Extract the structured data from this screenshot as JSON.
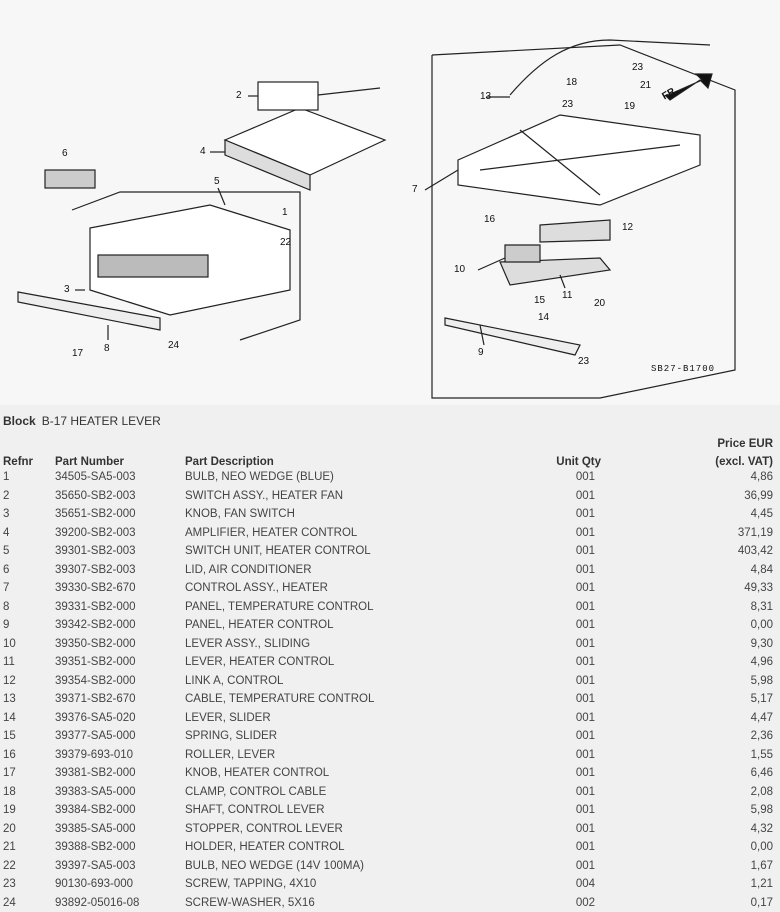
{
  "diagram": {
    "code": "SB27-B1700",
    "direction_label": "FR.",
    "callouts": [
      "1",
      "2",
      "3",
      "4",
      "5",
      "6",
      "7",
      "8",
      "9",
      "10",
      "11",
      "12",
      "13",
      "14",
      "15",
      "16",
      "17",
      "18",
      "19",
      "20",
      "21",
      "22",
      "23",
      "23",
      "23",
      "24"
    ]
  },
  "block": {
    "label": "Block",
    "name": "B-17 HEATER LEVER"
  },
  "table": {
    "headers": {
      "refnr": "Refnr",
      "part_number": "Part Number",
      "description": "Part Description",
      "qty": "Unit Qty",
      "price_line1": "Price EUR",
      "price_line2": "(excl. VAT)"
    },
    "rows": [
      {
        "ref": "1",
        "pn": "34505-SA5-003",
        "desc": "BULB, NEO WEDGE (BLUE)",
        "qty": "001",
        "price": "4,86"
      },
      {
        "ref": "2",
        "pn": "35650-SB2-003",
        "desc": "SWITCH ASSY., HEATER FAN",
        "qty": "001",
        "price": "36,99"
      },
      {
        "ref": "3",
        "pn": "35651-SB2-000",
        "desc": "KNOB, FAN SWITCH",
        "qty": "001",
        "price": "4,45"
      },
      {
        "ref": "4",
        "pn": "39200-SB2-003",
        "desc": "AMPLIFIER, HEATER CONTROL",
        "qty": "001",
        "price": "371,19"
      },
      {
        "ref": "5",
        "pn": "39301-SB2-003",
        "desc": "SWITCH UNIT, HEATER CONTROL",
        "qty": "001",
        "price": "403,42"
      },
      {
        "ref": "6",
        "pn": "39307-SB2-003",
        "desc": "LID, AIR CONDITIONER",
        "qty": "001",
        "price": "4,84"
      },
      {
        "ref": "7",
        "pn": "39330-SB2-670",
        "desc": "CONTROL ASSY., HEATER",
        "qty": "001",
        "price": "49,33"
      },
      {
        "ref": "8",
        "pn": "39331-SB2-000",
        "desc": "PANEL, TEMPERATURE CONTROL",
        "qty": "001",
        "price": "8,31"
      },
      {
        "ref": "9",
        "pn": "39342-SB2-000",
        "desc": "PANEL, HEATER CONTROL",
        "qty": "001",
        "price": "0,00"
      },
      {
        "ref": "10",
        "pn": "39350-SB2-000",
        "desc": "LEVER ASSY., SLIDING",
        "qty": "001",
        "price": "9,30"
      },
      {
        "ref": "11",
        "pn": "39351-SB2-000",
        "desc": "LEVER, HEATER CONTROL",
        "qty": "001",
        "price": "4,96"
      },
      {
        "ref": "12",
        "pn": "39354-SB2-000",
        "desc": "LINK A, CONTROL",
        "qty": "001",
        "price": "5,98"
      },
      {
        "ref": "13",
        "pn": "39371-SB2-670",
        "desc": "CABLE, TEMPERATURE CONTROL",
        "qty": "001",
        "price": "5,17"
      },
      {
        "ref": "14",
        "pn": "39376-SA5-020",
        "desc": "LEVER, SLIDER",
        "qty": "001",
        "price": "4,47"
      },
      {
        "ref": "15",
        "pn": "39377-SA5-000",
        "desc": "SPRING, SLIDER",
        "qty": "001",
        "price": "2,36"
      },
      {
        "ref": "16",
        "pn": "39379-693-010",
        "desc": "ROLLER, LEVER",
        "qty": "001",
        "price": "1,55"
      },
      {
        "ref": "17",
        "pn": "39381-SB2-000",
        "desc": "KNOB, HEATER CONTROL",
        "qty": "001",
        "price": "6,46"
      },
      {
        "ref": "18",
        "pn": "39383-SA5-000",
        "desc": "CLAMP, CONTROL CABLE",
        "qty": "001",
        "price": "2,08"
      },
      {
        "ref": "19",
        "pn": "39384-SB2-000",
        "desc": "SHAFT, CONTROL LEVER",
        "qty": "001",
        "price": "5,98"
      },
      {
        "ref": "20",
        "pn": "39385-SA5-000",
        "desc": "STOPPER, CONTROL LEVER",
        "qty": "001",
        "price": "4,32"
      },
      {
        "ref": "21",
        "pn": "39388-SB2-000",
        "desc": "HOLDER, HEATER CONTROL",
        "qty": "001",
        "price": "0,00"
      },
      {
        "ref": "22",
        "pn": "39397-SA5-003",
        "desc": "BULB, NEO WEDGE (14V 100MA)",
        "qty": "001",
        "price": "1,67"
      },
      {
        "ref": "23",
        "pn": "90130-693-000",
        "desc": "SCREW, TAPPING, 4X10",
        "qty": "004",
        "price": "1,21"
      },
      {
        "ref": "24",
        "pn": "93892-05016-08",
        "desc": "SCREW-WASHER, 5X16",
        "qty": "002",
        "price": "0,17"
      }
    ]
  }
}
